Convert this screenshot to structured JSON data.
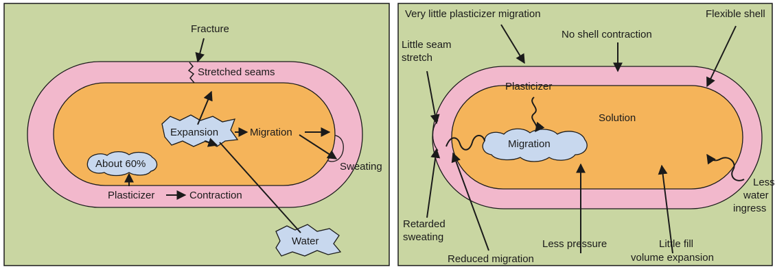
{
  "colors": {
    "background": "#c9d6a2",
    "shell": "#f2b8cc",
    "fill": "#f5b45a",
    "cloud": "#c8d8ee",
    "stroke": "#1a1a1a"
  },
  "left_panel": {
    "fracture": "Fracture",
    "stretched_seams": "Stretched seams",
    "expansion": "Expansion",
    "migration": "Migration",
    "about_60": "About 60%",
    "sweating": "Sweating",
    "plasticizer": "Plasticizer",
    "contraction": "Contraction",
    "water": "Water"
  },
  "right_panel": {
    "very_little_migration": "Very little plasticizer migration",
    "flexible_shell": "Flexible shell",
    "little_seam_line1": "Little seam",
    "little_seam_line2": "stretch",
    "no_shell_contraction": "No shell contraction",
    "plasticizer": "Plasticizer",
    "solution": "Solution",
    "migration": "Migration",
    "less_water_line1": "Less",
    "less_water_line2": "water",
    "less_water_line3": "ingress",
    "retarded_line1": "Retarded",
    "retarded_line2": "sweating",
    "less_pressure": "Less pressure",
    "little_fill_line1": "Little fill",
    "little_fill_line2": "volume expansion",
    "reduced_migration": "Reduced migration"
  }
}
